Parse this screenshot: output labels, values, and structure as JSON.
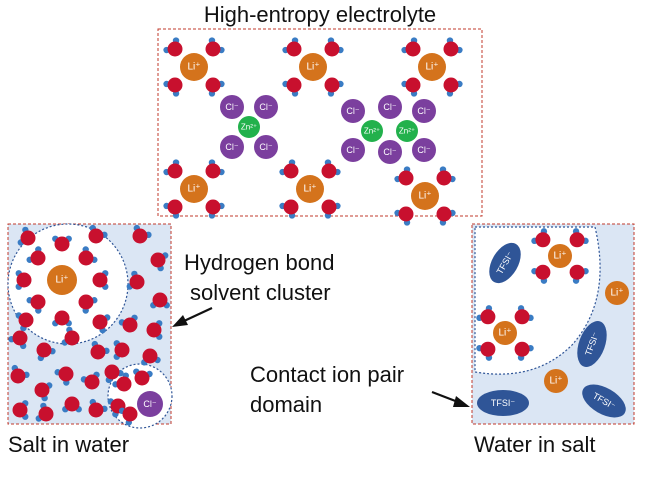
{
  "panels": {
    "top": {
      "title": "High-entropy electrolyte"
    },
    "left": {
      "caption": "Salt in water"
    },
    "right": {
      "caption": "Water in salt"
    }
  },
  "annotations": {
    "hydrogen_bond": {
      "line1": "Hydrogen bond",
      "line2": "solvent cluster"
    },
    "contact_ion": {
      "line1": "Contact ion pair",
      "line2": "domain"
    }
  },
  "ions": {
    "li": "Li⁺",
    "cl": "Cl⁻",
    "zn": "Zn²⁺",
    "tfsi": "TFSI⁻"
  },
  "colors": {
    "li": "#d4731c",
    "cl": "#7b3f9e",
    "zn": "#22b14c",
    "water_o": "#c8102e",
    "water_h": "#3a7cc4",
    "tfsi": "#2f5597",
    "domain_bg": "#dbe6f4",
    "frame": "#c0392b"
  }
}
